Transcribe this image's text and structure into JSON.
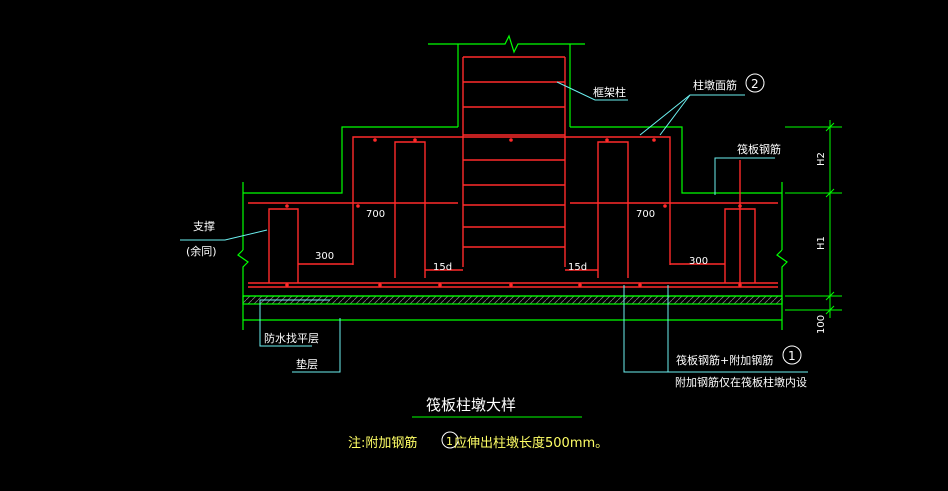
{
  "drawing": {
    "labels": {
      "frame_column": "框架柱",
      "pier_top_rebar": "柱墩面筋",
      "pier_top_rebar_ref": "2",
      "raft_rebar": "筏板钢筋",
      "support": "支撑",
      "support_sub": "(余同)",
      "dim_700_left": "700",
      "dim_700_right": "700",
      "dim_300_left": "300",
      "dim_300_right": "300",
      "dim_15d_left": "15d",
      "dim_15d_right": "15d",
      "dim_h2": "H2",
      "dim_h1": "H1",
      "dim_100": "100",
      "waterproof_layer": "防水找平层",
      "cushion": "垫层",
      "raft_plus_add": "筏板钢筋+附加钢筋",
      "raft_plus_add_ref": "1",
      "add_rebar_note": "附加钢筋仅在筏板柱墩内设"
    },
    "title": "筏板柱墩大样",
    "note_prefix": "注:附加钢筋",
    "note_ref": "1",
    "note_suffix": "应伸出柱墩长度500mm。"
  },
  "colors": {
    "outline": "#00ff00",
    "rebar": "#ff2a2a",
    "leader": "#00e0e0",
    "text": "#ffffff",
    "note": "#ffff66",
    "background": "#000000"
  }
}
